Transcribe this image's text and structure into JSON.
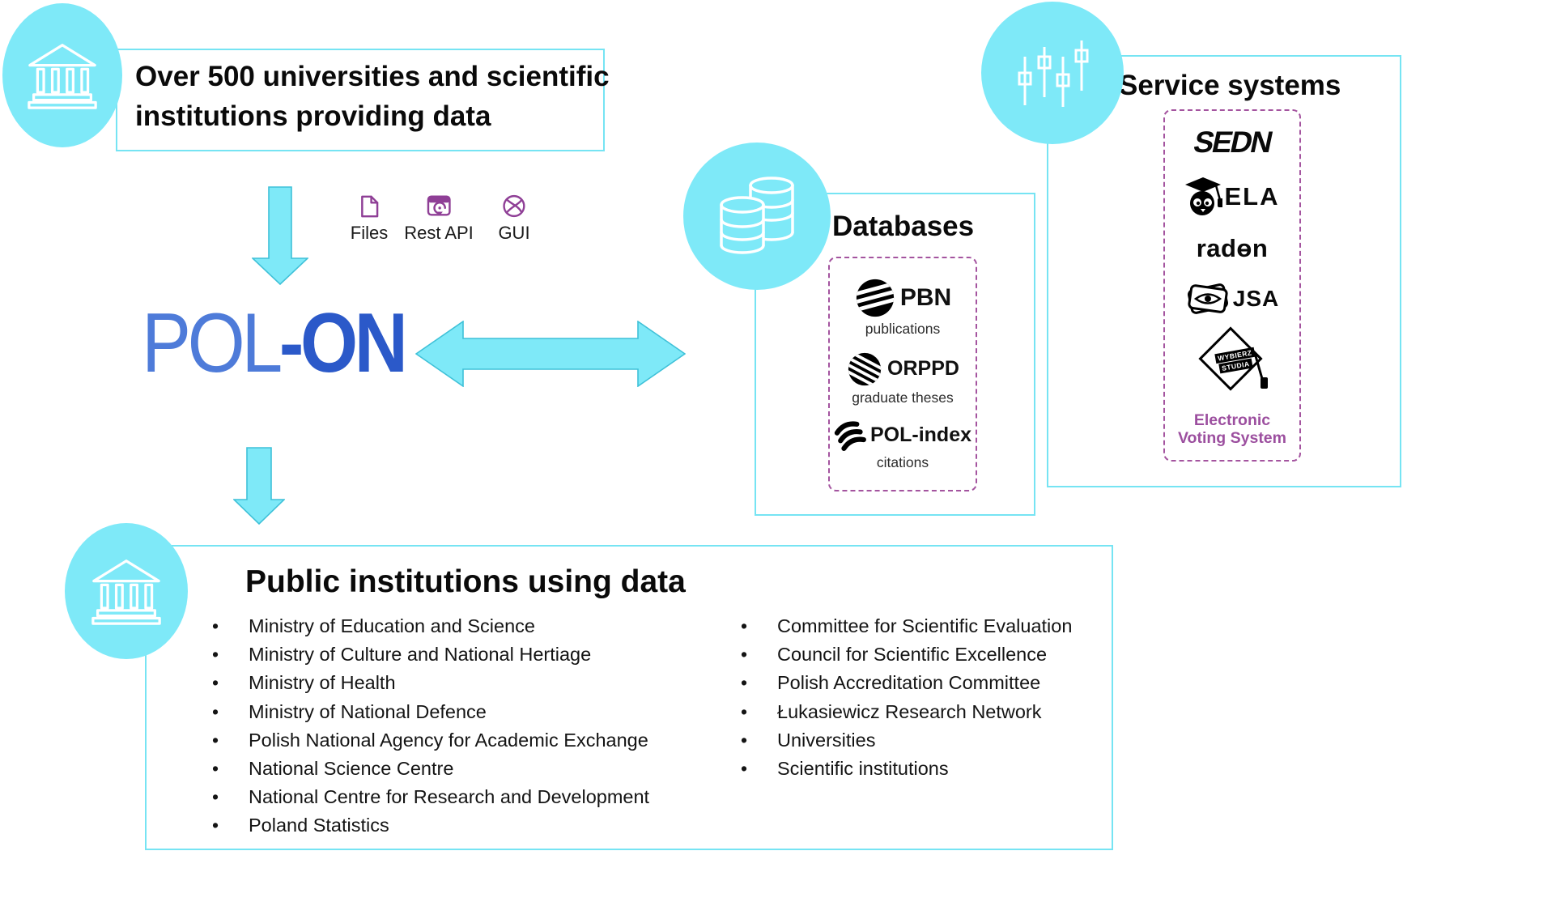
{
  "colors": {
    "accent_cyan_fill": "#7EE9F8",
    "box_border_cyan": "#76E4F3",
    "arrow_stroke_cyan": "#3FC1D8",
    "purple_icon": "#8F3F96",
    "purple_dashed_border": "#A4549F",
    "purple_voting_text": "#9C4F9F",
    "pol_blue": "#4E7BD9",
    "on_blue": "#2B59C9"
  },
  "providers": {
    "title": "Over 500 universities and scientific institutions providing data",
    "channels": [
      {
        "label": "Files"
      },
      {
        "label": "Rest API"
      },
      {
        "label": "GUI"
      }
    ]
  },
  "polon": {
    "left": "POL",
    "right": "-ON"
  },
  "databases": {
    "title": "Databases",
    "items": [
      {
        "name": "PBN",
        "caption": "publications"
      },
      {
        "name": "ORPPD",
        "caption": "graduate theses"
      },
      {
        "name": "POL-index",
        "caption": "citations"
      }
    ]
  },
  "services": {
    "title": "Service systems",
    "sedn": "SEDN",
    "ela": "ELA",
    "radon": "radɵn",
    "jsa": "JSA",
    "cap_line1": "WYBIERZ",
    "cap_line2": "STUDIA",
    "voting": "Electronic Voting System"
  },
  "public_institutions": {
    "title": "Public institutions using data",
    "left": [
      "Ministry of Education and Science",
      "Ministry of Culture and National Hertiage",
      "Ministry of Health",
      "Ministry of National Defence",
      "Polish National Agency for Academic Exchange",
      "National Science Centre",
      "National Centre for Research and Development",
      "Poland Statistics"
    ],
    "right": [
      "Committee for Scientific Evaluation",
      "Council for Scientific Excellence",
      "Polish Accreditation Committee",
      "Łukasiewicz Research Network",
      "Universities",
      "Scientific institutions"
    ]
  }
}
